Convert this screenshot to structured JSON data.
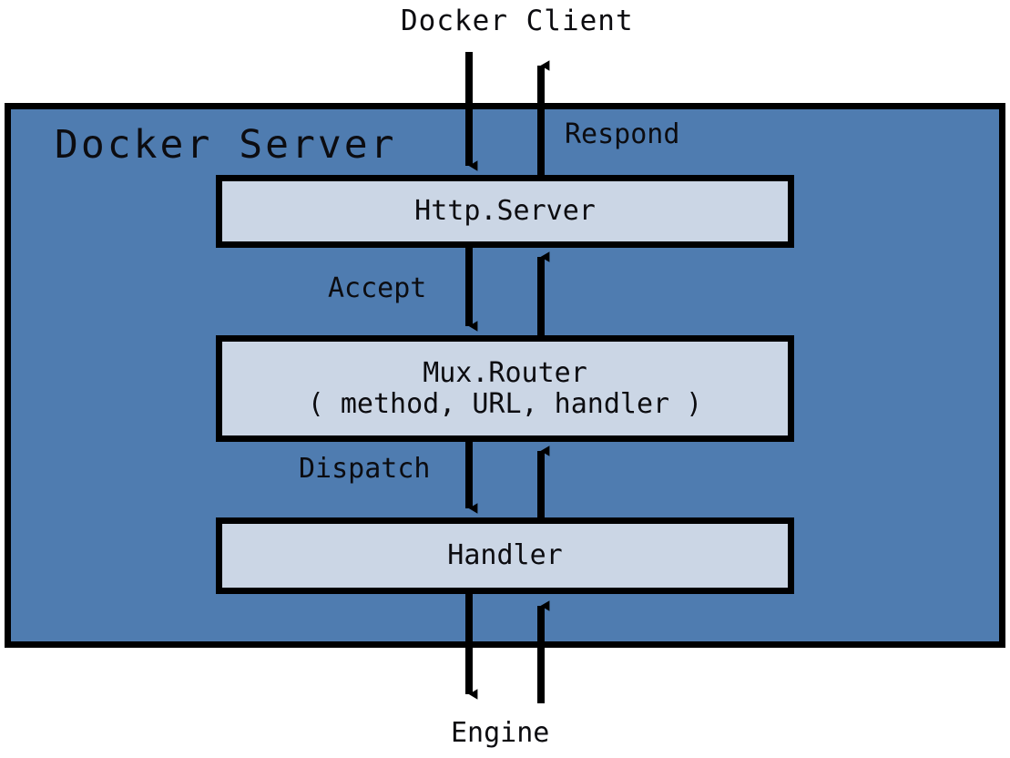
{
  "diagram": {
    "title_external_top": "Docker Client",
    "title_external_bottom": "Engine",
    "container": {
      "label": "Docker Server",
      "fill_color": "#4F7CB0",
      "border_color": "#000000"
    },
    "components": [
      {
        "id": "http-server",
        "lines": [
          "Http.Server"
        ],
        "fill_color": "#CBD6E5"
      },
      {
        "id": "mux-router",
        "lines": [
          "Mux.Router",
          "( method, URL, handler )"
        ],
        "fill_color": "#CBD6E5"
      },
      {
        "id": "handler",
        "lines": [
          "Handler"
        ],
        "fill_color": "#CBD6E5"
      }
    ],
    "flow_labels": {
      "respond": "Respond",
      "accept": "Accept",
      "dispatch": "Dispatch"
    },
    "arrows": [
      {
        "name": "client-to-http",
        "direction": "down",
        "from": "Docker Client",
        "to": "Http.Server"
      },
      {
        "name": "http-to-client",
        "direction": "up",
        "from": "Http.Server",
        "to": "Docker Client",
        "label": "Respond"
      },
      {
        "name": "http-to-mux",
        "direction": "down",
        "from": "Http.Server",
        "to": "Mux.Router",
        "label": "Accept"
      },
      {
        "name": "mux-to-http",
        "direction": "up",
        "from": "Mux.Router",
        "to": "Http.Server"
      },
      {
        "name": "mux-to-handler",
        "direction": "down",
        "from": "Mux.Router",
        "to": "Handler",
        "label": "Dispatch"
      },
      {
        "name": "handler-to-mux",
        "direction": "up",
        "from": "Handler",
        "to": "Mux.Router"
      },
      {
        "name": "handler-to-engine",
        "direction": "down",
        "from": "Handler",
        "to": "Engine"
      },
      {
        "name": "engine-to-handler",
        "direction": "up",
        "from": "Engine",
        "to": "Handler"
      }
    ]
  }
}
